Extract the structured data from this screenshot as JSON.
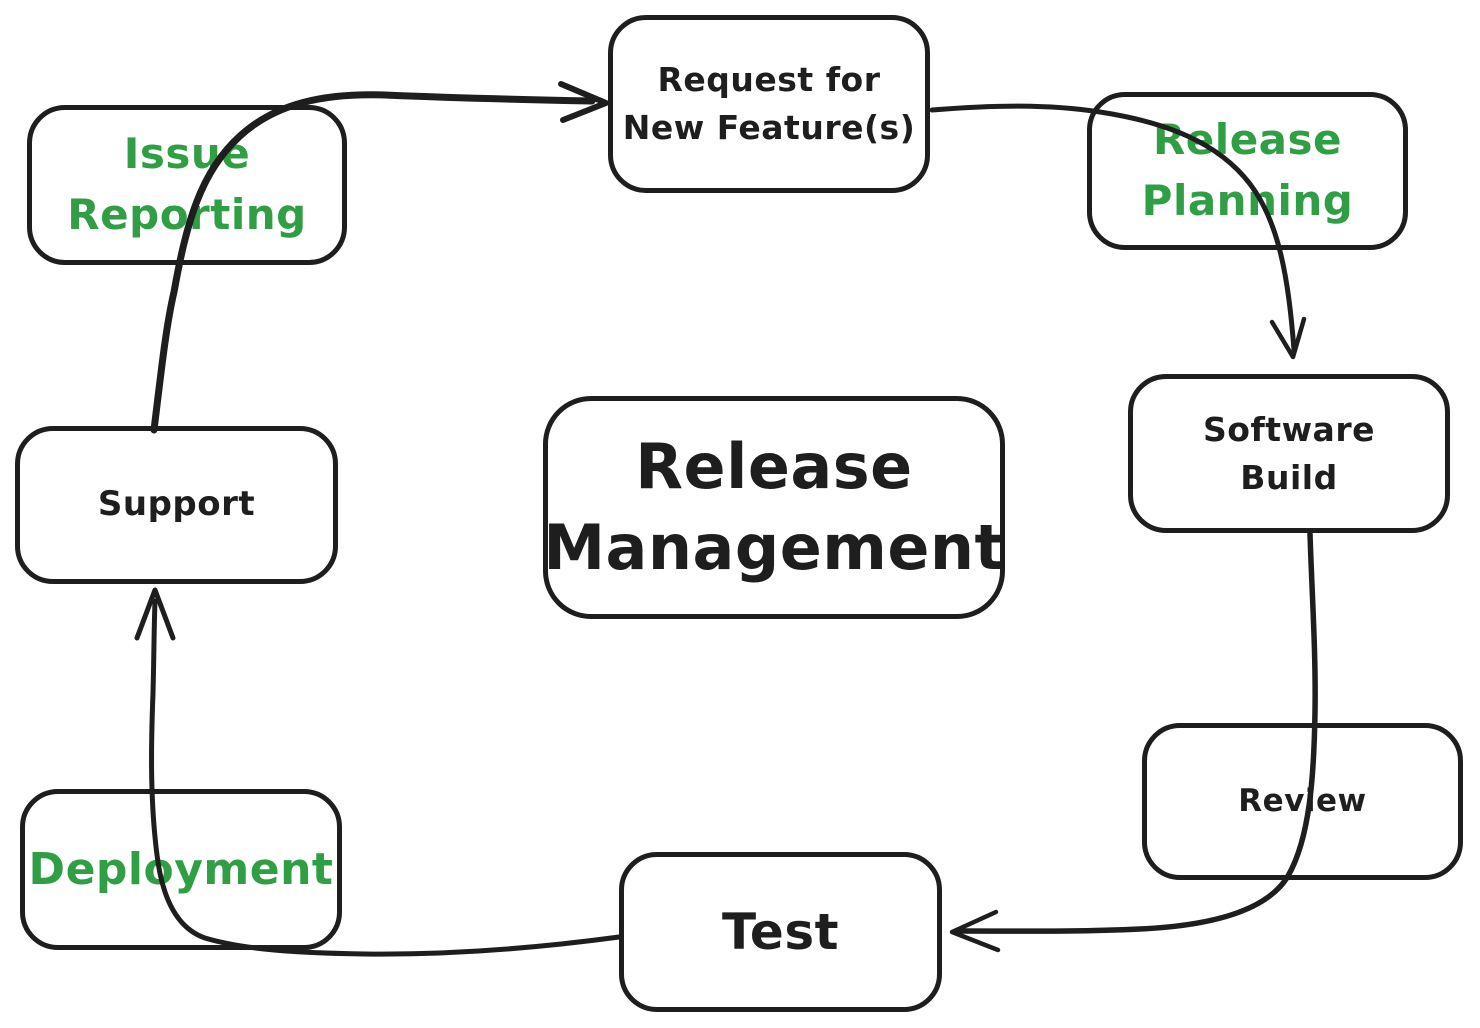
{
  "diagram": {
    "type": "flowchart-cycle",
    "title": "Release Management",
    "colors": {
      "ink": "#1e1e1e",
      "green": "#2f9e44",
      "background": "#ffffff"
    },
    "center": {
      "id": "release-management",
      "lines": [
        "Release",
        "Management"
      ],
      "text_color": "#1e1e1e"
    },
    "nodes": [
      {
        "id": "issue-reporting",
        "lines": [
          "Issue",
          "Reporting"
        ],
        "text_color": "#2f9e44"
      },
      {
        "id": "request-for-new-features",
        "lines": [
          "Request for",
          "New Feature(s)"
        ],
        "text_color": "#1e1e1e"
      },
      {
        "id": "release-planning",
        "lines": [
          "Release",
          "Planning"
        ],
        "text_color": "#2f9e44"
      },
      {
        "id": "software-build",
        "lines": [
          "Software",
          "Build"
        ],
        "text_color": "#1e1e1e"
      },
      {
        "id": "review",
        "lines": [
          "Review"
        ],
        "text_color": "#1e1e1e"
      },
      {
        "id": "test",
        "lines": [
          "Test"
        ],
        "text_color": "#1e1e1e"
      },
      {
        "id": "deployment",
        "lines": [
          "Deployment"
        ],
        "text_color": "#2f9e44"
      },
      {
        "id": "support",
        "lines": [
          "Support"
        ],
        "text_color": "#1e1e1e"
      }
    ],
    "edges": [
      {
        "from": "issue-reporting",
        "to": "request-for-new-features",
        "passes_through": null,
        "arrow": "into-left-of-target"
      },
      {
        "from": "request-for-new-features",
        "to": "software-build",
        "passes_through": "release-planning",
        "arrow": "into-top-of-target"
      },
      {
        "from": "software-build",
        "to": "test",
        "passes_through": "review",
        "arrow": "into-right-of-target"
      },
      {
        "from": "test",
        "to": "support",
        "passes_through": "deployment",
        "arrow": "into-bottom-of-target"
      }
    ]
  }
}
